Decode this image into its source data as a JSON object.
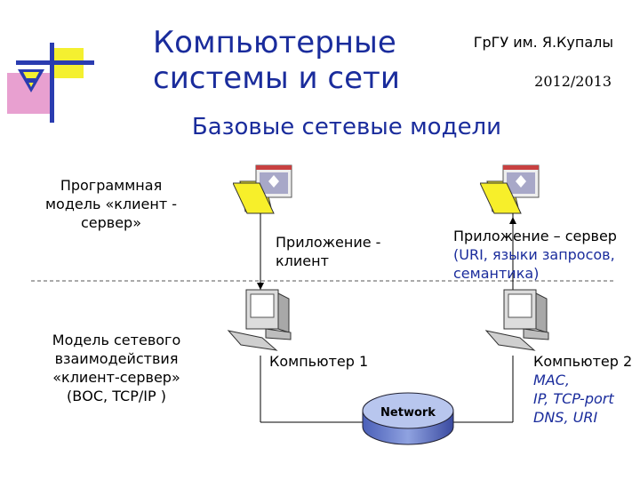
{
  "header": {
    "title_line1": "Компьютерные",
    "title_line2": "системы и сети",
    "university": "ГрГУ им. Я.Купалы",
    "year": "2012/2013"
  },
  "subtitle": "Базовые сетевые модели",
  "left": {
    "model1": [
      "Программная",
      "модель «клиент -",
      "сервер»"
    ],
    "model2": [
      "Модель сетевого",
      "взаимодействия",
      "«клиент-сервер»",
      "(ВОС, TCP/IP )"
    ]
  },
  "client_app": [
    "Приложение -",
    "клиент"
  ],
  "server_app": {
    "line1": "Приложение – сервер",
    "line2": "(URI, языки запросов,",
    "line3": "семантика)"
  },
  "computer1": "Компьютер 1",
  "computer2": {
    "label": "Компьютер 2",
    "details": [
      "MAC,",
      "IP, TCP-port",
      "DNS, URI"
    ]
  },
  "network_label": "Network"
}
